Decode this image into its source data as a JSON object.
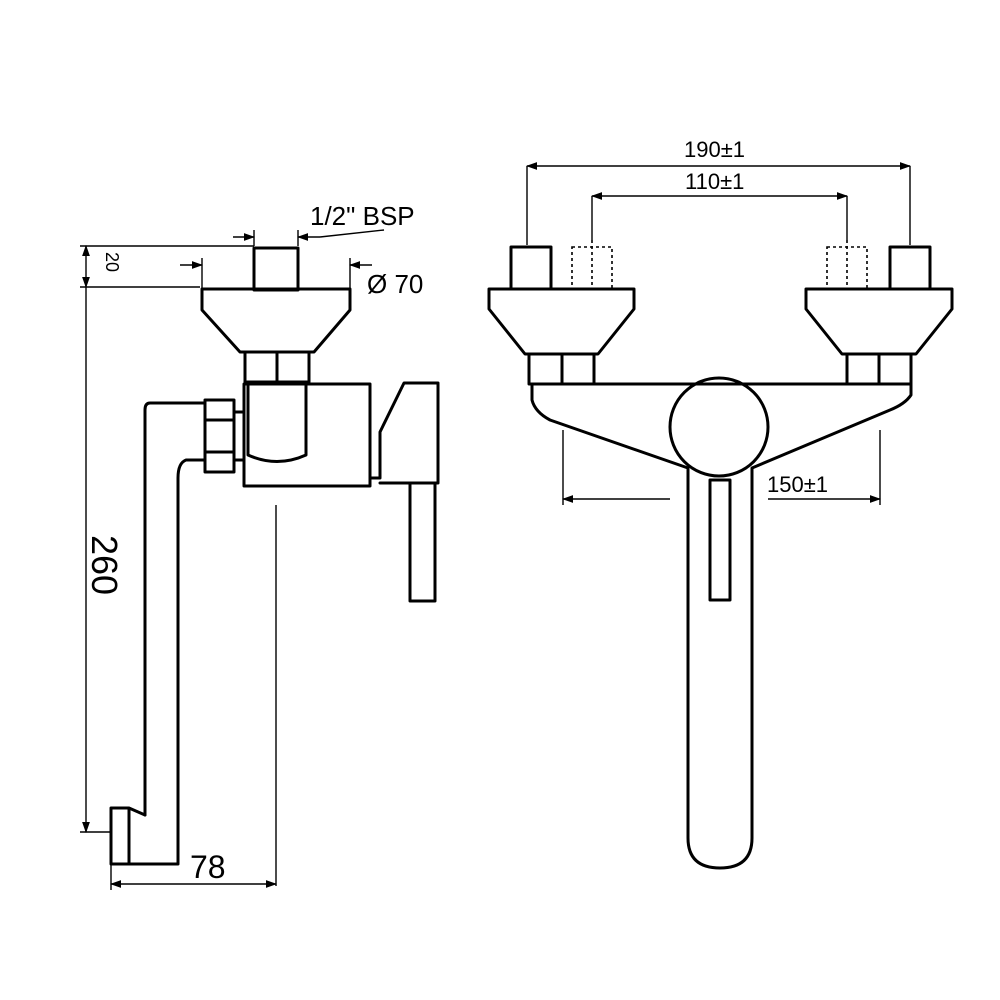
{
  "dimensions": {
    "bsp": "1/2\" BSP",
    "dia": "Ø 70",
    "d20": "20",
    "d260": "260",
    "d78": "78",
    "d190": "190±1",
    "d110": "110±1",
    "d150": "150±1"
  }
}
